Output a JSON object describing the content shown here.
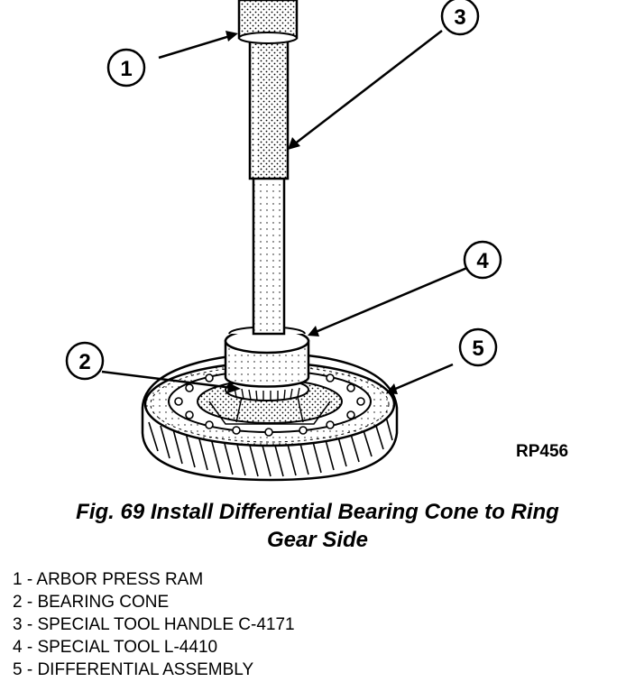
{
  "figure": {
    "reference_code": "RP456",
    "callouts": [
      "1",
      "2",
      "3",
      "4",
      "5"
    ]
  },
  "caption": {
    "line1": "Fig. 69 Install Differential Bearing Cone to Ring",
    "line2": "Gear Side"
  },
  "legend": [
    {
      "num": "1",
      "text": " - ARBOR PRESS RAM"
    },
    {
      "num": "2",
      "text": " - BEARING CONE"
    },
    {
      "num": "3",
      "text": " - SPECIAL TOOL HANDLE C-4171"
    },
    {
      "num": "4",
      "text": " - SPECIAL TOOL L-4410"
    },
    {
      "num": "5",
      "text": " - DIFFERENTIAL ASSEMBLY"
    }
  ]
}
